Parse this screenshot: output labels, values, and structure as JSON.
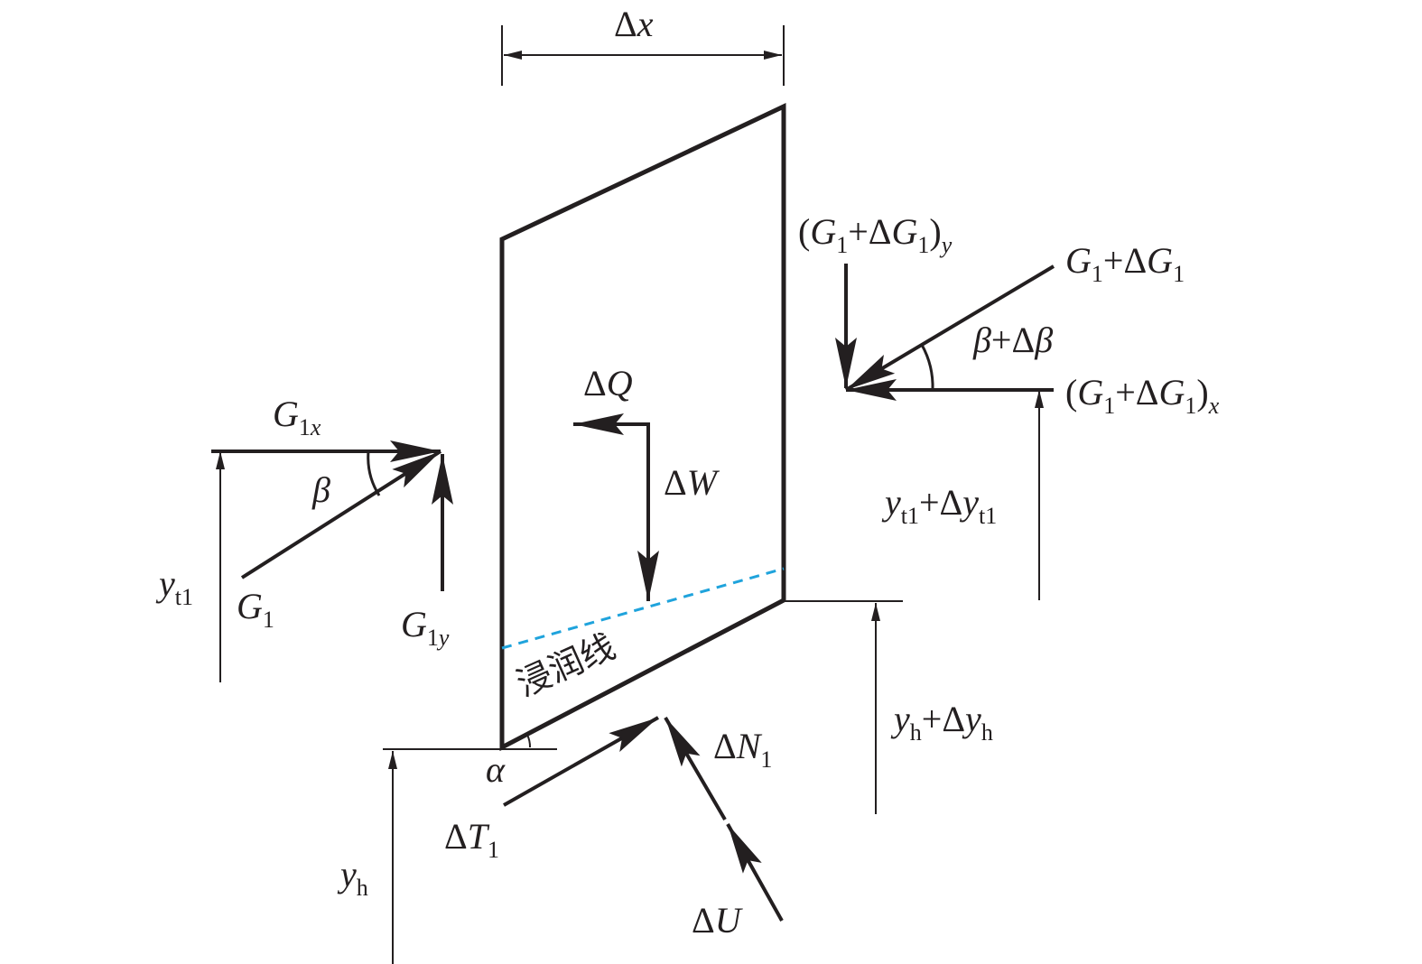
{
  "colors": {
    "ink": "#231f20",
    "phreatic": "#1fa3dc",
    "background": "#ffffff"
  },
  "labels": {
    "dx": {
      "delta": "Δ",
      "var": "x"
    },
    "g1x": {
      "var": "G",
      "sub1": "1",
      "sub2": "x"
    },
    "beta": "β",
    "g1": {
      "var": "G",
      "sub": "1"
    },
    "g1y": {
      "var": "G",
      "sub1": "1",
      "sub2": "y"
    },
    "yt1": {
      "var": "y",
      "sub": "t1"
    },
    "dq": {
      "delta": "Δ",
      "var": "Q"
    },
    "dw": {
      "delta": "Δ",
      "var": "W"
    },
    "phreatic_line": "浸润线",
    "alpha": "α",
    "dt1": {
      "delta": "Δ",
      "var": "T",
      "sub": "1"
    },
    "dn1": {
      "delta": "Δ",
      "var": "N",
      "sub": "1"
    },
    "du": {
      "delta": "Δ",
      "var": "U"
    },
    "yh": {
      "var": "y",
      "sub": "h"
    },
    "yh_dyh": {
      "var1": "y",
      "sub1": "h",
      "plus": "+Δ",
      "var2": "y",
      "sub2": "h"
    },
    "yt1_dyt1": {
      "var1": "y",
      "sub1": "t1",
      "plus": "+Δ",
      "var2": "y",
      "sub2": "t1"
    },
    "g1dg1_y": {
      "open": "(",
      "var1": "G",
      "sub1": "1",
      "plus": "+Δ",
      "var2": "G",
      "sub2": "1",
      "close": ")",
      "sub3": "y"
    },
    "g1dg1": {
      "var1": "G",
      "sub1": "1",
      "plus": "+Δ",
      "var2": "G",
      "sub2": "1"
    },
    "beta_dbeta": {
      "var1": "β",
      "plus": "+Δ",
      "var2": "β"
    },
    "g1dg1_x": {
      "open": "(",
      "var1": "G",
      "sub1": "1",
      "plus": "+Δ",
      "var2": "G",
      "sub2": "1",
      "close": ")",
      "sub3": "x"
    }
  }
}
